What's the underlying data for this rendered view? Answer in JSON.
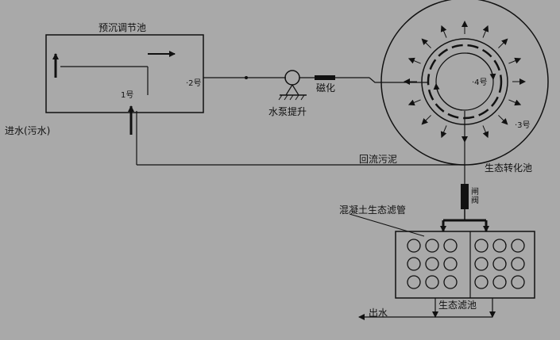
{
  "colors": {
    "background": "#a9a9a9",
    "ink": "#111111"
  },
  "labels": {
    "presettling_tank": "预沉调节池",
    "inflow": "进水(污水)",
    "point_1": "1号",
    "point_2": "·2号",
    "pump_lift": "水泵提升",
    "magnetization": "磁化",
    "point_4": "·4号",
    "point_3": "·3号",
    "return_sludge": "回流污泥",
    "eco_conversion_tank": "生态转化池",
    "valve": "闸阀",
    "concrete_filter_tube": "混凝土生态滤管",
    "eco_filter_tank": "生态滤池",
    "outflow": "出水"
  }
}
